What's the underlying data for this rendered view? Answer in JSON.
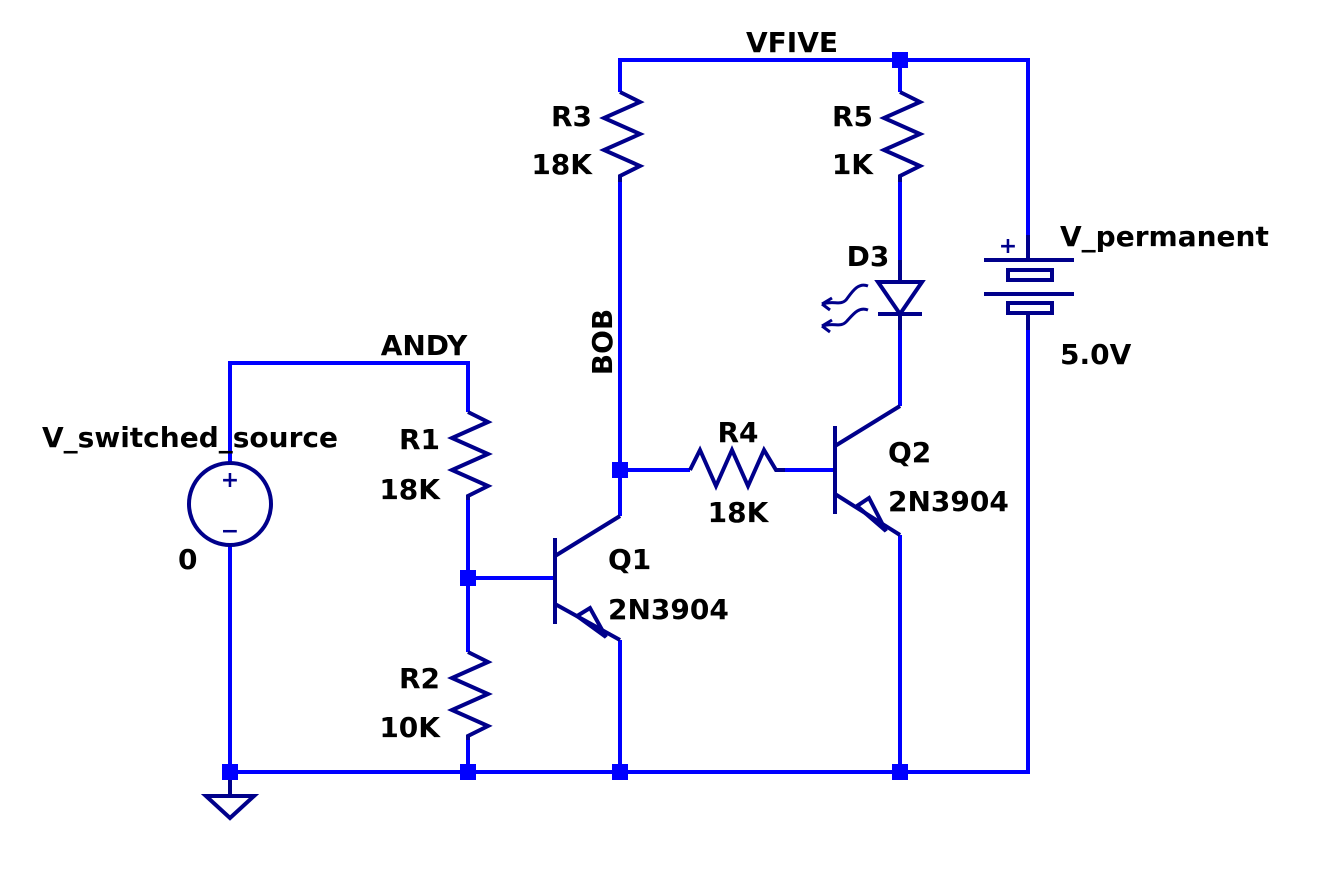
{
  "nets": {
    "vfive": "VFIVE",
    "andy": "ANDY",
    "bob": "BOB"
  },
  "components": {
    "r1": {
      "name": "R1",
      "value": "18K"
    },
    "r2": {
      "name": "R2",
      "value": "10K"
    },
    "r3": {
      "name": "R3",
      "value": "18K"
    },
    "r4": {
      "name": "R4",
      "value": "18K"
    },
    "r5": {
      "name": "R5",
      "value": "1K"
    },
    "d3": {
      "name": "D3"
    },
    "q1": {
      "name": "Q1",
      "model": "2N3904"
    },
    "q2": {
      "name": "Q2",
      "model": "2N3904"
    },
    "v_switched": {
      "name": "V_switched_source",
      "value": "0",
      "plus": "+",
      "minus": "−"
    },
    "v_permanent": {
      "name": "V_permanent",
      "value": "5.0V",
      "plus": "+"
    }
  },
  "colors": {
    "wire": "#0000ff",
    "component": "#00008b",
    "text": "#000000",
    "background": "#ffffff"
  }
}
